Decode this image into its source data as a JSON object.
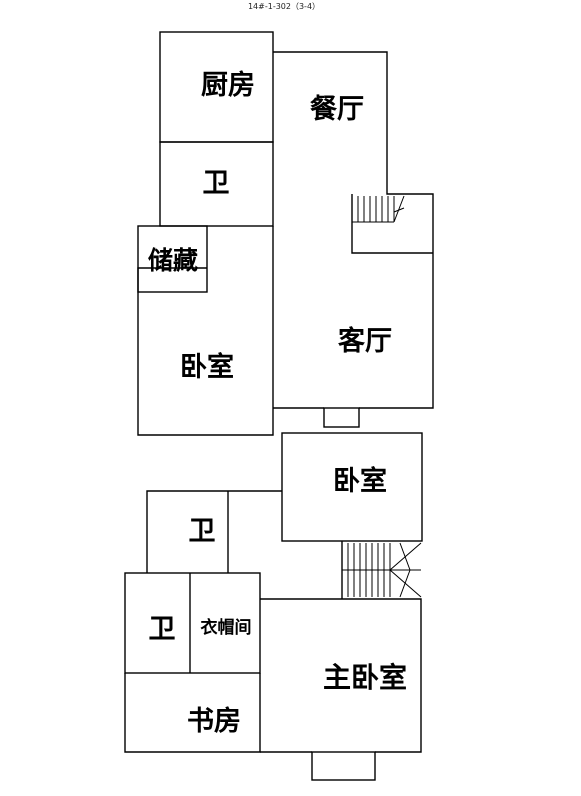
{
  "title": "14#-1-302（3-4）",
  "upper_floor": {
    "kitchen": "厨房",
    "dining": "餐厅",
    "bath": "卫",
    "storage": "储藏",
    "bedroom": "卧室",
    "living": "客厅"
  },
  "lower_floor": {
    "bedroom": "卧室",
    "bath_upper": "卫",
    "bath_lower": "卫",
    "cloakroom": "衣帽间",
    "master_bedroom": "主卧室",
    "study": "书房"
  },
  "colors": {
    "wall": "#000000",
    "background": "#ffffff",
    "text": "#000000"
  }
}
